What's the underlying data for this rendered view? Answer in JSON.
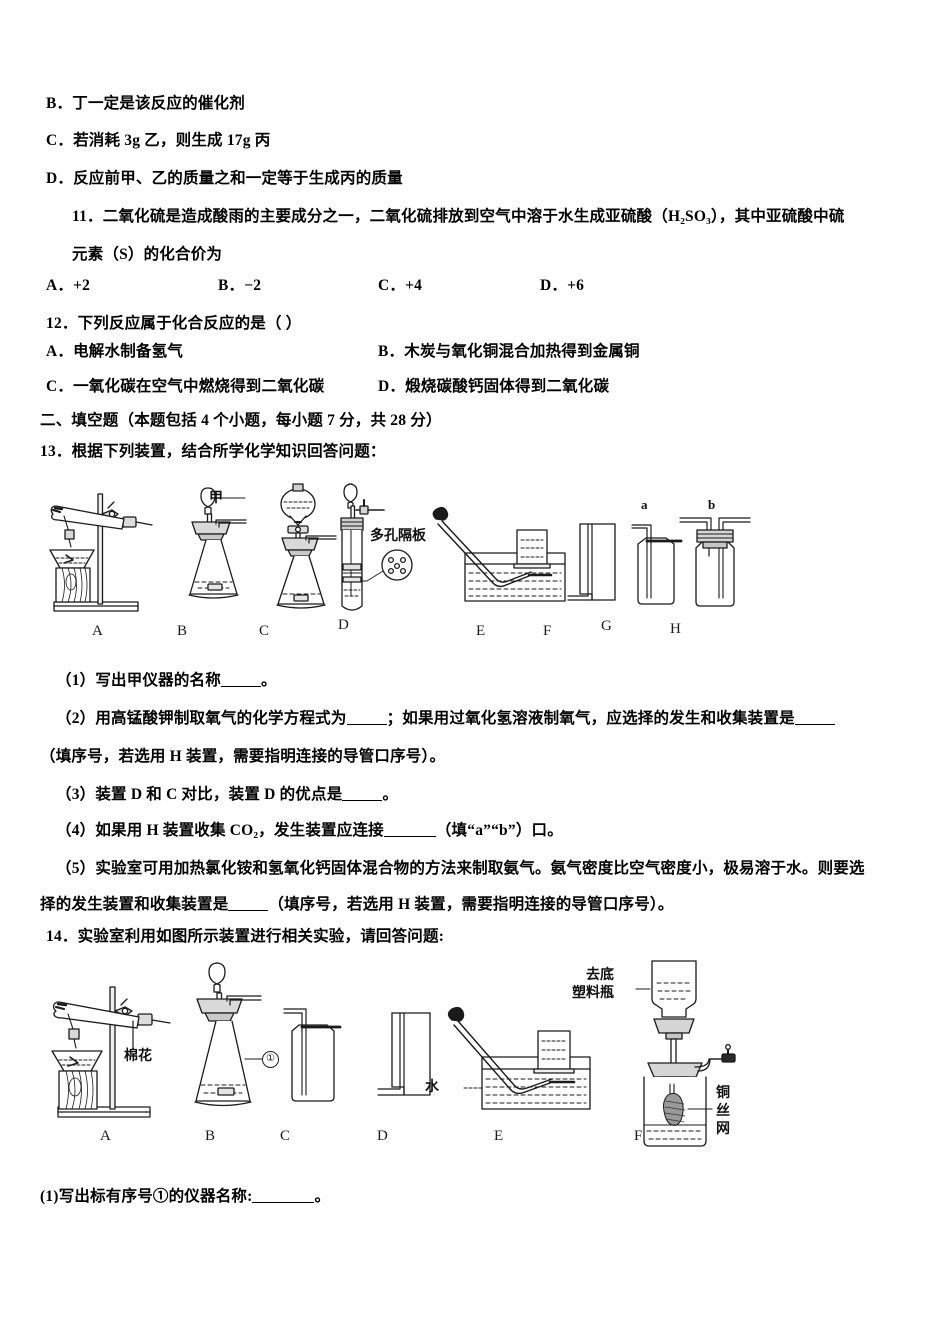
{
  "question_10_options": [
    {
      "label": "B．",
      "text": "丁一定是该反应的催化剂"
    },
    {
      "label": "C．",
      "text": "若消耗 3g 乙，则生成 17g 丙"
    },
    {
      "label": "D．",
      "text": "反应前甲、乙的质量之和一定等于生成丙的质量"
    }
  ],
  "question_11": {
    "stem_line1": "11．二氧化硫是造成酸雨的主要成分之一，二氧化硫排放到空气中溶于水生成亚硫酸（H₂SO₃），其中亚硫酸中硫",
    "stem_line2": "元素（S）的化合价为",
    "options": [
      {
        "label": "A．",
        "text": "+2"
      },
      {
        "label": "B．",
        "text": "−2"
      },
      {
        "label": "C．",
        "text": "+4"
      },
      {
        "label": "D．",
        "text": "+6"
      }
    ]
  },
  "question_12": {
    "stem": "12．下列反应属于化合反应的是（ ）",
    "options": [
      {
        "label": "A．",
        "text": "电解水制备氢气"
      },
      {
        "label": "B．",
        "text": "木炭与氧化铜混合加热得到金属铜"
      },
      {
        "label": "C．",
        "text": "一氧化碳在空气中燃烧得到二氧化碳"
      },
      {
        "label": "D．",
        "text": "煅烧碳酸钙固体得到二氧化碳"
      }
    ]
  },
  "section_two_header": "二、填空题（本题包括 4 个小题，每小题 7 分，共 28 分）",
  "question_13": {
    "stem": "13．根据下列装置，结合所学化学知识回答问题：",
    "figure": {
      "apparatus_letters": [
        "A",
        "B",
        "C",
        "D",
        "E",
        "F",
        "G",
        "H"
      ],
      "annotations": {
        "funnel_label": "甲",
        "porous_plate": "多孔隔板",
        "port_a": "a",
        "port_b": "b"
      }
    },
    "parts": [
      {
        "no": "（1）",
        "before": "写出甲仪器的名称",
        "after": "。"
      },
      {
        "no": "（2）",
        "before": "用高锰酸钾制取氧气的化学方程式为",
        "mid": "；如果用过氧化氢溶液制氧气，应选择的发生和收集装置是",
        "after": ""
      },
      {
        "no": "",
        "before": "（填序号，若选用 H 装置，需要指明连接的导管口序号）。",
        "after": ""
      },
      {
        "no": "（3）",
        "before": "装置 D 和 C 对比，装置 D 的优点是",
        "after": "。"
      },
      {
        "no": "（4）",
        "before": "如果用 H 装置收集 CO₂，发生装置应连接",
        "after": "（填“a”“b”）口。"
      },
      {
        "no": "（5）",
        "before": "实验室可用加热氯化铵和氢氧化钙固体混合物的方法来制取氨气。氨气密度比空气密度小，极易溶于水。则要选",
        "after": ""
      },
      {
        "no": "",
        "before": "择的发生装置和收集装置是",
        "after": "（填序号，若选用 H 装置，需要指明连接的导管口序号）。"
      }
    ]
  },
  "question_14": {
    "stem": "14．实验室利用如图所示装置进行相关实验，请回答问题:",
    "figure": {
      "apparatus_letters": [
        "A",
        "B",
        "C",
        "D",
        "E",
        "F"
      ],
      "annotations": {
        "cotton": "棉花",
        "marker_one": "①",
        "water": "水",
        "cut_bottle_line1": "去底",
        "cut_bottle_line2": "塑料瓶",
        "copper_mesh_line1": "铜",
        "copper_mesh_line2": "丝",
        "copper_mesh_line3": "网"
      }
    },
    "parts": [
      {
        "no": "(1)",
        "before": "写出标有序号①的仪器名称:",
        "after": "。"
      }
    ]
  }
}
